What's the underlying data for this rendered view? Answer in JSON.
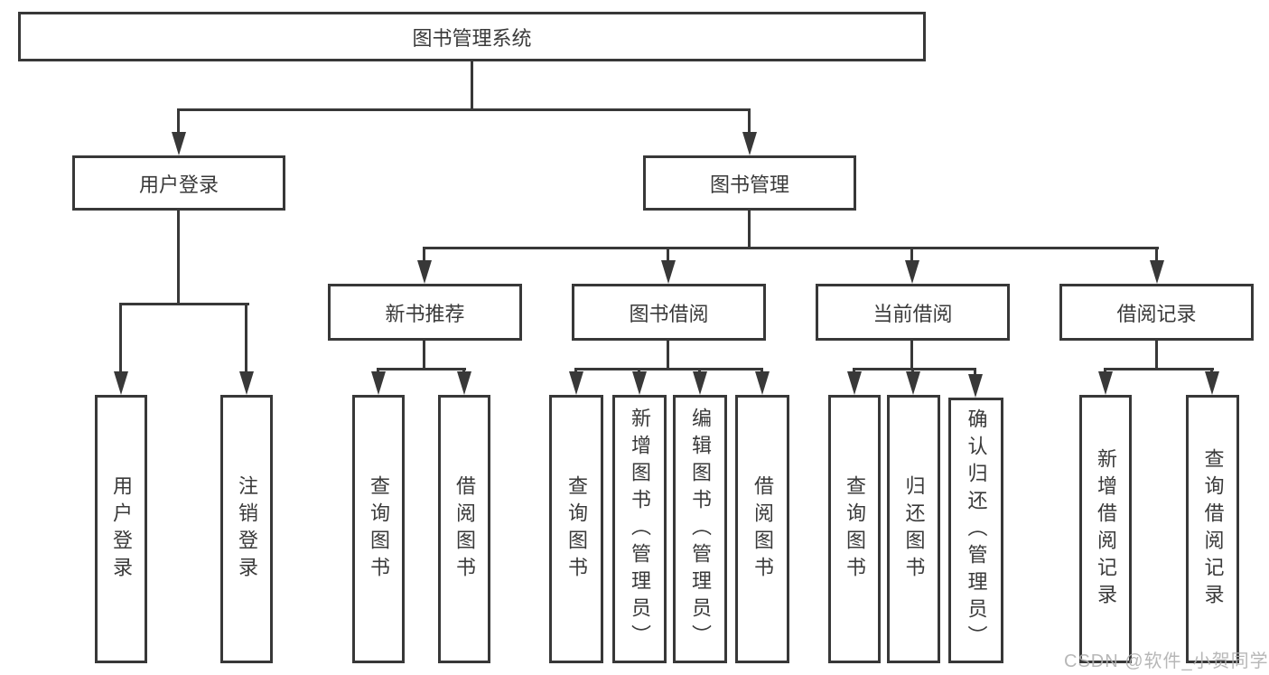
{
  "diagram": {
    "title": "图书管理系统",
    "type": "functional-structure-tree",
    "colors": {
      "line": "#383838",
      "text": "#3a3a3a",
      "background": "#ffffff",
      "watermark": "#afafaf"
    },
    "watermark": "CSDN @软件_小贺同学",
    "nodes": {
      "root": "图书管理系统",
      "login": "用户登录",
      "mgmt": "图书管理",
      "l3": [
        "新书推荐",
        "图书借阅",
        "当前借阅",
        "借阅记录"
      ],
      "login_leaves": [
        "用户登录",
        "注销登录"
      ],
      "newbook_leaves": [
        "查询图书",
        "借阅图书"
      ],
      "borrow_leaves": [
        "查询图书",
        "新增图书（管理员）",
        "编辑图书（管理员）",
        "借阅图书"
      ],
      "current_leaves": [
        "查询图书",
        "归还图书",
        "确认归还（管理员）"
      ],
      "records_leaves": [
        "新增借阅记录",
        "查询借阅记录"
      ]
    }
  }
}
